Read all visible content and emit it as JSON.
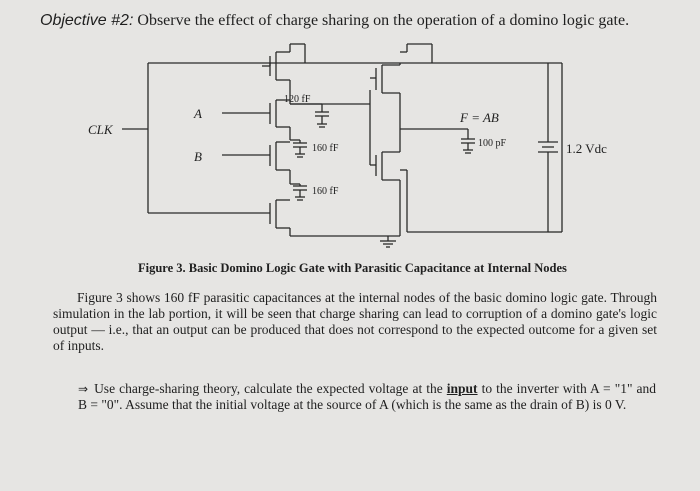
{
  "header": {
    "objective": "Objective #2:",
    "title": "Observe the effect of charge sharing on the operation of a domino logic gate."
  },
  "circuit": {
    "labels": {
      "clk": "CLK",
      "a": "A",
      "b": "B",
      "c_top": "120 fF",
      "c_mid": "160 fF",
      "c_low": "160 fF",
      "output": "F = AB",
      "c_out": "100 pF",
      "supply": "1.2 Vdc"
    }
  },
  "figure": {
    "caption": "Figure 3. Basic Domino Logic Gate with Parasitic Capacitance at Internal Nodes"
  },
  "body": {
    "paragraph": "Figure 3 shows 160 fF parasitic capacitances at the internal nodes of the basic domino logic gate. Through simulation in the lab portion, it will be seen that charge sharing can lead to corruption of a domino gate's logic output — i.e., that an output can be produced that does not correspond to the expected outcome for a given set of inputs.",
    "bullet_arrow": "⇒",
    "bullet_pre": "Use charge-sharing theory, calculate the expected voltage at the",
    "bullet_emph": "input",
    "bullet_post": "to the inverter with A = \"1\" and B = \"0\". Assume that the initial voltage at the source of A (which is the same as the drain of B) is 0 V."
  }
}
